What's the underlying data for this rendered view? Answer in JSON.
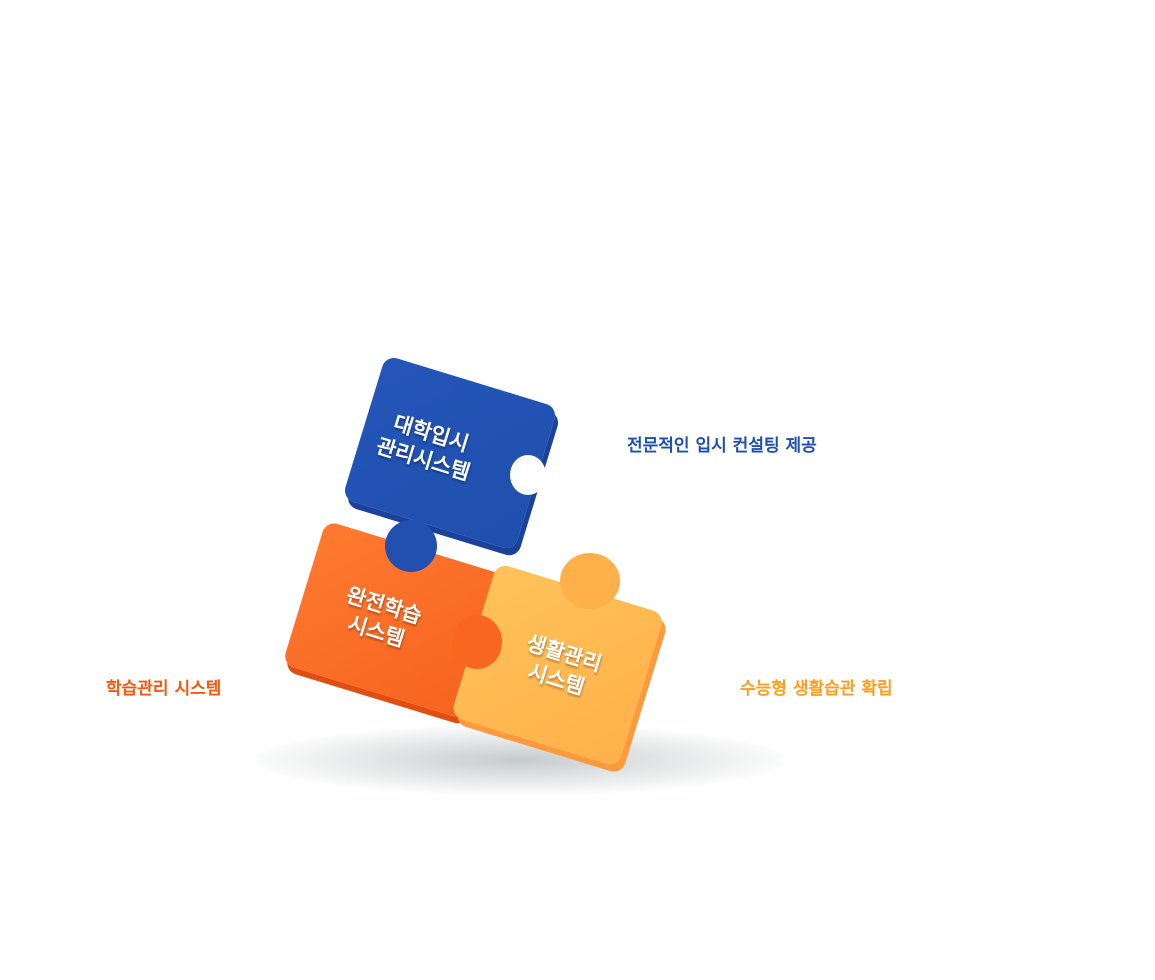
{
  "pieces": [
    {
      "label": "대학입시\n관리시스템",
      "color": "#2252b3"
    },
    {
      "label": "완전학습\n시스템",
      "color": "#fb6524"
    },
    {
      "label": "생활관리\n시스템",
      "color": "#ffb54f"
    }
  ],
  "captions": {
    "admissions": "전문적인 입시 컨설팅 제공",
    "learning": "학습관리 시스템",
    "life": "수능형 생활습관 확립"
  },
  "colors": {
    "blue": "#1f4fae",
    "orange": "#f25a12",
    "yellow": "#ff9d1f"
  }
}
